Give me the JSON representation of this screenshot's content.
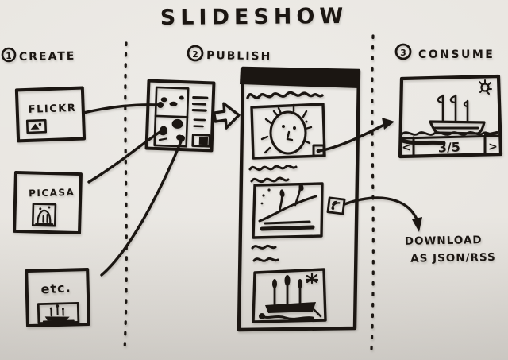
{
  "colors": {
    "ink": "#1b1612",
    "paper": "#e8e5e0"
  },
  "title": "SLIDESHOW",
  "steps": {
    "create": {
      "number": "1",
      "label": "CREATE"
    },
    "publish": {
      "number": "2",
      "label": "PUBLISH"
    },
    "consume": {
      "number": "3",
      "label": "CONSUME"
    }
  },
  "create": {
    "sources": [
      {
        "label": "FLICKR",
        "icon": "photo-thumbnail-icon"
      },
      {
        "label": "PICASA",
        "icon": "picture-thumbnail-icon"
      },
      {
        "label": "etc.",
        "icon": "boat-thumbnail-icon"
      }
    ]
  },
  "publish": {
    "preview_icon": "blog-page-preview-icon",
    "page_icons": [
      "title-bar",
      "sun-photo",
      "landscape-photo",
      "boat-photo",
      "share-corner-handle-icon",
      "rss-feed-icon"
    ]
  },
  "consume": {
    "viewer": {
      "sun_icon": "sun-icon",
      "image_icon": "boat-on-water-photo",
      "prev_label": "<",
      "counter": "3/5",
      "next_label": ">"
    },
    "download_note": {
      "line1": "DOWNLOAD",
      "line2": "AS JSON/RSS"
    }
  }
}
